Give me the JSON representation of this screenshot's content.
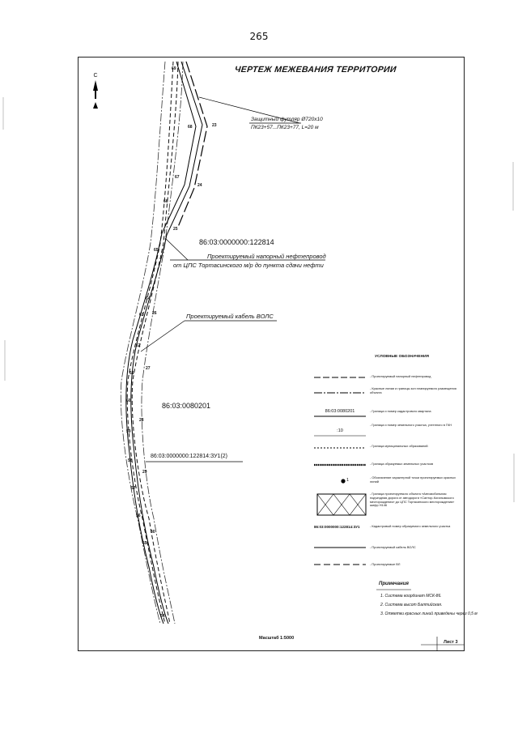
{
  "page_number": "265",
  "title": "ЧЕРТЕЖ МЕЖЕВАНИЯ ТЕРРИТОРИИ",
  "north_label": "С",
  "parcels": {
    "main": "86:03:0000000:122814",
    "block": "86:03:0080201",
    "new": "86:03:0000000:122814:ЗУ1(2)"
  },
  "annotations": {
    "casing_line1": "Защитный футляр Ø720х10",
    "casing_line2": "ПК23+57...ПК23+77, L=20 м",
    "pipeline_line1": "Проектируемый напорный нефтепровод",
    "pipeline_line2": "от ЦПС Тортасинского м/р до пункта сдачи нефти",
    "cable": "Проектируемый кабель ВОЛС"
  },
  "points_left": [
    "69",
    "68",
    "67",
    "66",
    "65",
    "64",
    "63",
    "62",
    "61",
    "60",
    "59",
    "58",
    "57",
    "56",
    "55",
    "54"
  ],
  "points_right": [
    "23",
    "24",
    "25",
    "26",
    "27",
    "28",
    "29",
    "30"
  ],
  "legend": {
    "title": "УСЛОВНЫЕ ОБОЗНАЧЕНИЯ",
    "items": [
      {
        "text": "- Проектируемый напорный нефтепровод"
      },
      {
        "text": "- Красные линии и границы зон планируемого размещения объекта"
      },
      {
        "text": "- Граница и номер кадастрового квартала",
        "label": "86:03:0080201"
      },
      {
        "text": "- Граница и номер земельного участка, учтенного в ГКН",
        "label": ":10"
      },
      {
        "text": "- Граница муниципальных образований"
      },
      {
        "text": "- Граница образуемых земельных участков"
      },
      {
        "text": "- Обозначение характерной точки проектируемых красных линий",
        "label": "1"
      },
      {
        "text": "- Граница проектируемого объекта «Автомобильная подъездная дорога от автодороги «Сантор-Когалымского месторождения» до ЦПС Тортасинского месторождения» шифр Н146"
      },
      {
        "text": "- Кадастровый номер образуемого земельного участка",
        "label": "86:03:0000000:122814:ЗУ1"
      },
      {
        "text": "- Проектируемый кабель ВОЛС"
      },
      {
        "text": "- Проектируемые ВЛ"
      }
    ]
  },
  "notes": {
    "title": "Примечания",
    "items": [
      "1. Система координат МСК-86.",
      "2. Система высот Балтийская.",
      "3. Отметки красных линий приведены через 0,5 м"
    ]
  },
  "scale": "Масштаб 1:5000",
  "sheet_label": "Лист 3"
}
